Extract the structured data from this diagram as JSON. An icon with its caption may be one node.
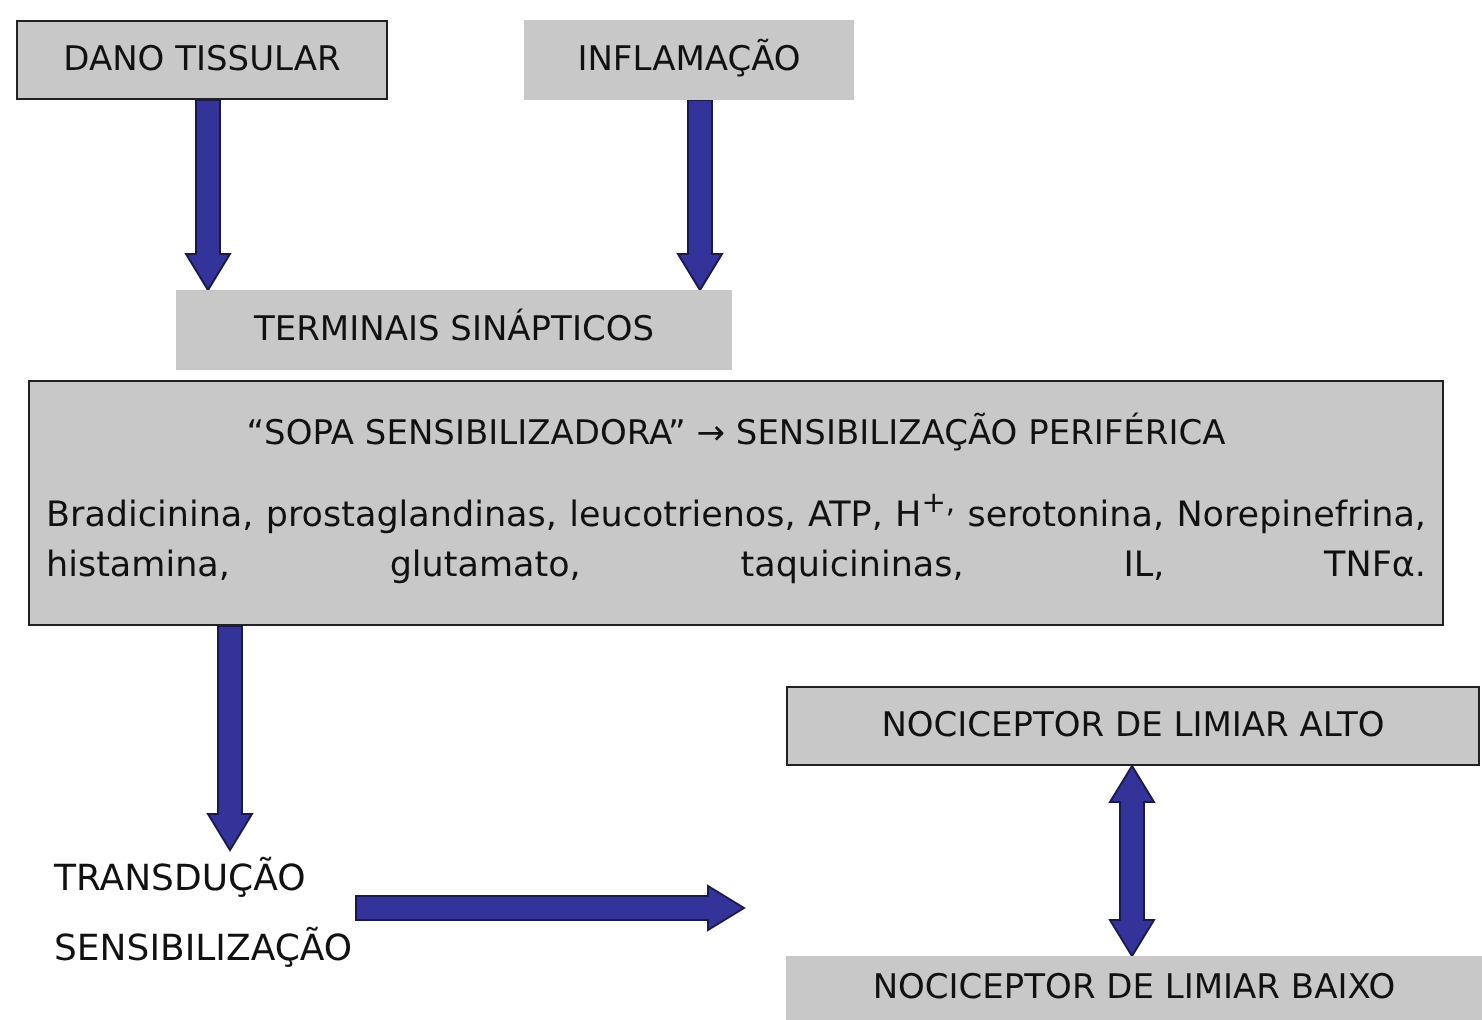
{
  "diagram": {
    "nodes": [
      {
        "text": [
          "DANO TISSULAR"
        ]
      },
      {
        "text": [
          "INFLAMAÇÃO"
        ]
      },
      {
        "text": [
          "TERMINAIS SINÁPTICOS"
        ]
      },
      {
        "text": [
          "“SOPA SENSIBILIZADORA”  →  SENSIBILIZAÇÃO PERIFÉRICA",
          "Bradicinina, prostaglandinas, leucotrienos, ATP, H$^{+,}$ serotonina, Norepinefrina, histamina, glutamato, taquicininas, IL, TNFα."
        ]
      },
      {
        "text": [
          "TRANSDUÇÃO",
          "SENSIBILIZAÇÃO"
        ]
      },
      {
        "text": [
          "NOCICEPTOR DE LIMIAR ALTO"
        ]
      },
      {
        "text": [
          "NOCICEPTOR DE LIMIAR BAIXO"
        ]
      }
    ],
    "edges": [
      {
        "from": 0,
        "to": 2,
        "arrow": "to"
      },
      {
        "from": 1,
        "to": 2,
        "arrow": "to"
      },
      {
        "from": 3,
        "to": 4,
        "arrow": "to"
      },
      {
        "from": 4,
        "to": null,
        "arrow": "to"
      },
      {
        "from": 5,
        "to": 6,
        "arrow": "both"
      }
    ]
  }
}
